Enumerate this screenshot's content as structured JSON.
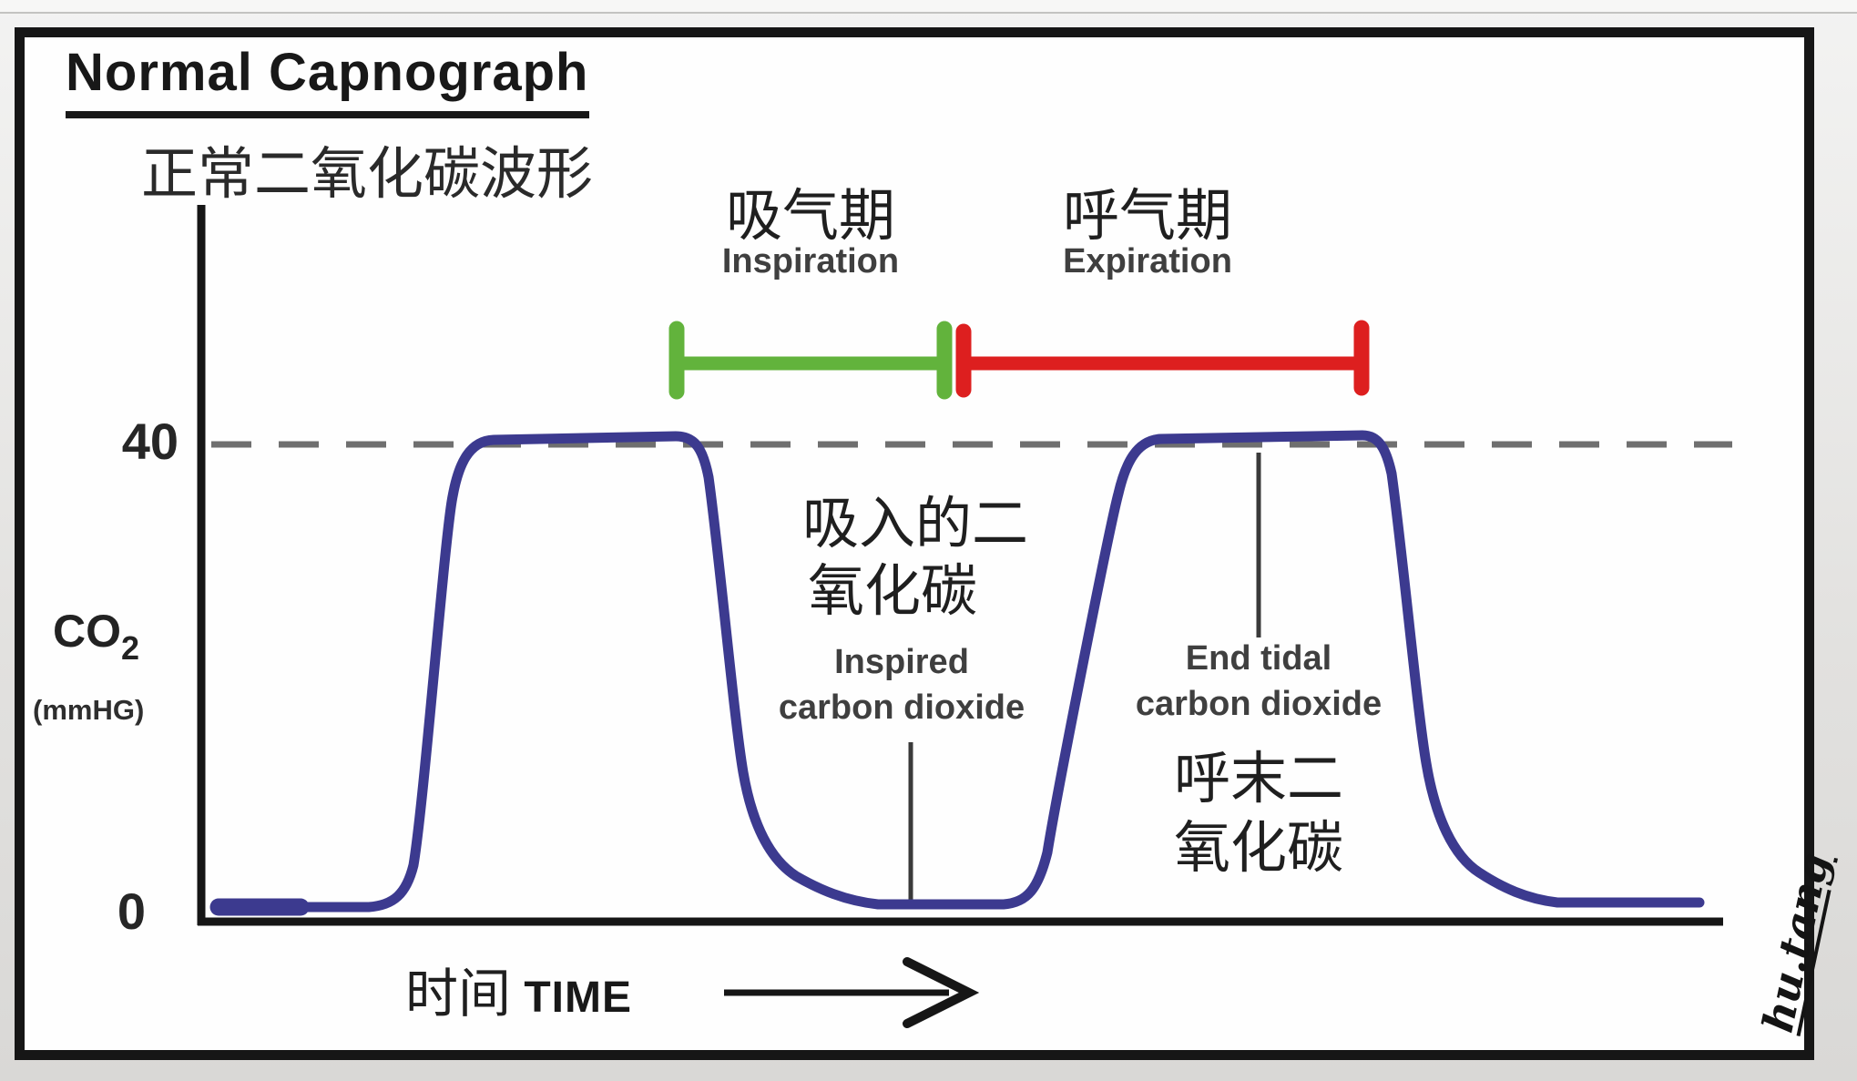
{
  "title": "Normal Capnograph",
  "title_zh": "正常二氧化碳波形",
  "colors": {
    "waveform": "#3c3a8f",
    "inspiration_green": "#62b33c",
    "expiration_red": "#dd1f1f",
    "dashed_reference": "#6f6f6f",
    "axis_black": "#161616",
    "pointer_gray": "#3a3a3a",
    "label_gray": "#3f3f3f"
  },
  "y_axis": {
    "label_main": "CO",
    "label_sub": "2",
    "label_unit": "(mmHG)",
    "tick_top": "40",
    "tick_bottom": "0"
  },
  "x_axis": {
    "label_zh": "时间",
    "label_en": " TIME"
  },
  "phases": {
    "inspiration": {
      "zh": "吸气期",
      "en": "Inspiration"
    },
    "expiration": {
      "zh": "呼气期",
      "en": "Expiration"
    }
  },
  "annotations": {
    "inspired": {
      "zh1": "吸入的二",
      "zh2": "氧化碳",
      "en1": "Inspired",
      "en2": "carbon dioxide"
    },
    "end_tidal": {
      "en1": "End tidal",
      "en2": "carbon dioxide",
      "zh1": "呼末二",
      "zh2": "氧化碳"
    }
  },
  "signature": "hu.tang",
  "chart_data": {
    "type": "line",
    "title": "Normal Capnograph (正常二氧化碳波形)",
    "xlabel": "时间 TIME →",
    "ylabel": "CO2 (mmHG)",
    "yticks": [
      0,
      40
    ],
    "ylim": [
      0,
      55
    ],
    "grid": false,
    "reference_line": {
      "y": 40,
      "style": "dashed",
      "color": "#6f6f6f"
    },
    "series": [
      {
        "name": "CO2 waveform",
        "color": "#3c3a8f",
        "x_units": "relative time (0-100)",
        "points": [
          [
            0,
            0
          ],
          [
            10,
            0
          ],
          [
            12,
            10
          ],
          [
            14,
            38
          ],
          [
            16,
            40
          ],
          [
            31,
            40
          ],
          [
            33,
            34
          ],
          [
            35,
            6
          ],
          [
            37,
            1
          ],
          [
            38,
            0
          ],
          [
            53,
            0
          ],
          [
            54,
            4
          ],
          [
            56,
            36
          ],
          [
            58,
            40
          ],
          [
            76,
            40
          ],
          [
            78,
            33
          ],
          [
            80,
            5
          ],
          [
            82,
            1
          ],
          [
            83,
            0
          ],
          [
            98,
            0
          ]
        ]
      }
    ],
    "phase_spans": [
      {
        "name": "Inspiration 吸气期",
        "x_start": 31,
        "x_end": 49,
        "color": "#62b33c"
      },
      {
        "name": "Expiration 呼气期",
        "x_start": 50,
        "x_end": 76,
        "color": "#dd1f1f"
      }
    ],
    "point_annotations": [
      {
        "label": "Inspired carbon dioxide 吸入的二氧化碳",
        "x": 46,
        "y": 0
      },
      {
        "label": "End tidal carbon dioxide 呼末二氧化碳",
        "x": 67,
        "y": 40
      }
    ]
  }
}
